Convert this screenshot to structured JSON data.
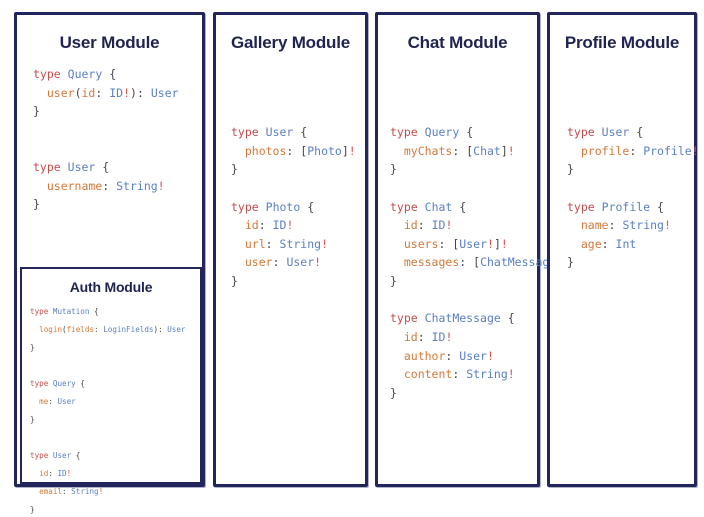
{
  "board": {
    "background": "#ffffff",
    "border_color": "#23265c",
    "title_color": "#1f2350"
  },
  "token_colors": {
    "keyword": "#c0504d",
    "type_name": "#5b7fc4",
    "field_name": "#d4793a",
    "punctuation": "#46464f",
    "non_null_bang": "#d9534f"
  },
  "panels": [
    {
      "id": "user",
      "title": "User Module",
      "schema": "type Query {\n  user(id: ID!): User\n}\n\n\ntype User {\n  username: String!\n}"
    },
    {
      "id": "auth",
      "title": "Auth Module",
      "nested_in": "user",
      "schema": "type Mutation {\n  login(fields: LoginFields): User\n}\n\ntype Query {\n  me: User\n}\n\ntype User {\n  id: ID!\n  email: String!\n}"
    },
    {
      "id": "gallery",
      "title": "Gallery Module",
      "schema": "type User {\n  photos: [Photo]!\n}\n\ntype Photo {\n  id: ID!\n  url: String!\n  user: User!\n}"
    },
    {
      "id": "chat",
      "title": "Chat Module",
      "schema": "type Query {\n  myChats: [Chat]!\n}\n\ntype Chat {\n  id: ID!\n  users: [User!]!\n  messages: [ChatMessage]!\n}\n\ntype ChatMessage {\n  id: ID!\n  author: User!\n  content: String!\n}"
    },
    {
      "id": "profile",
      "title": "Profile Module",
      "schema": "type User {\n  profile: Profile!\n}\n\ntype Profile {\n  name: String!\n  age: Int\n}"
    }
  ],
  "panel_titles": {
    "user": "User Module",
    "auth": "Auth Module",
    "gallery": "Gallery Module",
    "chat": "Chat Module",
    "profile": "Profile Module"
  }
}
